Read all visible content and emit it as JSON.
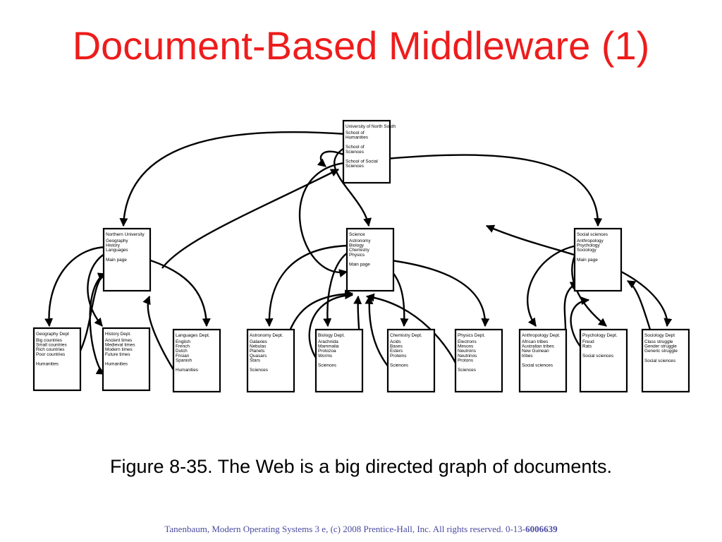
{
  "slide": {
    "title": "Document-Based Middleware (1)",
    "caption": "Figure 8-35. The Web is a big directed graph of documents.",
    "footer_text": "Tanenbaum, Modern Operating Systems 3 e, (c) 2008 Prentice-Hall, Inc. All rights reserved. 0-13-",
    "footer_bold": "6006639"
  },
  "documents": [
    {
      "id": "univ",
      "header": "University of North South",
      "groups": [
        [
          "School of",
          "Humanities"
        ],
        [
          "School of",
          "Sciences"
        ],
        [
          "School of Social",
          "Sciences"
        ]
      ]
    },
    {
      "id": "northern",
      "header": "Northern University",
      "groups": [
        [
          "Geography",
          "History",
          "Languages"
        ],
        [
          "Main page"
        ]
      ]
    },
    {
      "id": "science",
      "header": "Science",
      "groups": [
        [
          "Astronomy",
          "Biology",
          "Chemistry",
          "Physics"
        ],
        [
          "Main page"
        ]
      ]
    },
    {
      "id": "social",
      "header": "Social sciences",
      "groups": [
        [
          "Anthropology",
          "Psychology",
          "Sociology"
        ],
        [
          "Main page"
        ]
      ]
    },
    {
      "id": "geography",
      "header": "Geography Dept",
      "groups": [
        [
          "Big countries",
          "Small countries",
          "Rich countries",
          "Poor countries"
        ],
        [
          "Humanities"
        ]
      ]
    },
    {
      "id": "history",
      "header": "History Dept.",
      "groups": [
        [
          "Ancient times",
          "Medieval times",
          "Modern times",
          "Future times"
        ],
        [
          "Humanities"
        ]
      ]
    },
    {
      "id": "languages",
      "header": "Languages Dept.",
      "groups": [
        [
          "English",
          "French",
          "Dutch",
          "Frisian",
          "Spanish"
        ],
        [
          "Humanities"
        ]
      ]
    },
    {
      "id": "astronomy",
      "header": "Astronomy Dept.",
      "groups": [
        [
          "Galaxies",
          "Nebulas",
          "Planets",
          "Quasars",
          "Stars"
        ],
        [
          "Sciences"
        ]
      ]
    },
    {
      "id": "biology",
      "header": "Biology Dept.",
      "groups": [
        [
          "Arachnida",
          "Mammalia",
          "Protozoa",
          "Worms"
        ],
        [
          "Sciences"
        ]
      ]
    },
    {
      "id": "chemistry",
      "header": "Chemistry Dept.",
      "groups": [
        [
          "Acids",
          "Bases",
          "Esters",
          "Proteins"
        ],
        [
          "Sciences"
        ]
      ]
    },
    {
      "id": "physics",
      "header": "Physics Dept.",
      "groups": [
        [
          "Electrons",
          "Mesons",
          "Neutrons",
          "Neutrinos",
          "Protons"
        ],
        [
          "Sciences"
        ]
      ]
    },
    {
      "id": "anthropology",
      "header": "Anthropology Dept.",
      "groups": [
        [
          "African tribes",
          "Australian tribes",
          "New Guinean",
          "tribes"
        ],
        [
          "Social sciences"
        ]
      ]
    },
    {
      "id": "psychology",
      "header": "Psychology Dept.",
      "groups": [
        [
          "Freud",
          "Rats"
        ],
        [
          "Social sciences"
        ]
      ]
    },
    {
      "id": "sociology",
      "header": "Sociology Dept",
      "groups": [
        [
          "Class struggle",
          "Gender struggle",
          "Generic struggle"
        ],
        [
          "Social sciences"
        ]
      ]
    }
  ]
}
